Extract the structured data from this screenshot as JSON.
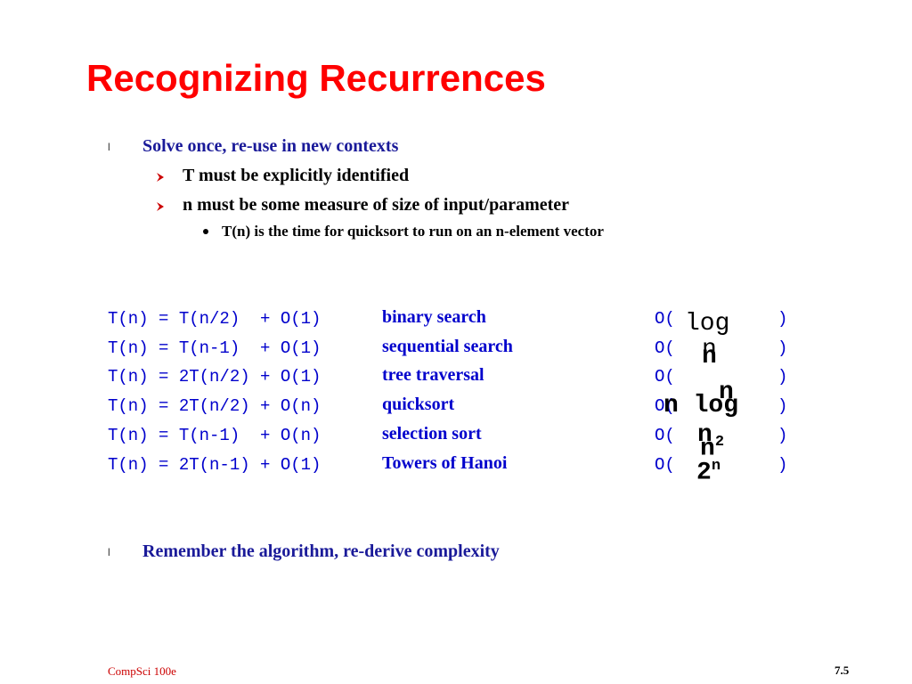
{
  "colors": {
    "title": "#ff0000",
    "level1": "#1a1a99",
    "level2": "#000000",
    "equation": "#0000cc",
    "arrow": "#cc0000",
    "footer": "#cc0000",
    "marker": "#333333"
  },
  "slide": {
    "title": "Recognizing Recurrences",
    "bullets": {
      "b1": {
        "marker": "l",
        "text": "Solve once, re-use in new contexts",
        "sub": {
          "s1": "T must be explicitly identified",
          "s2": "n must be some measure of size of input/parameter",
          "s2_sub": "T(n) is the time for quicksort to run on an n-element vector"
        }
      },
      "b2": {
        "marker": "l",
        "text": "Remember the algorithm, re-derive complexity"
      }
    },
    "recurrences": [
      {
        "equation": "T(n) = T(n/2)  + O(1)",
        "name": "binary search",
        "o_open": "O(",
        "o_close": ")"
      },
      {
        "equation": "T(n) = T(n-1)  + O(1)",
        "name": "sequential search",
        "o_open": "O(",
        "o_close": ")"
      },
      {
        "equation": "T(n) = 2T(n/2) + O(1)",
        "name": "tree traversal",
        "o_open": "O(",
        "o_close": ")"
      },
      {
        "equation": "T(n) = 2T(n/2) + O(n)",
        "name": "quicksort",
        "o_open": "O(",
        "o_close": ")"
      },
      {
        "equation": "T(n) = T(n-1)  + O(n)",
        "name": "selection sort",
        "o_open": "O(",
        "o_close": ")"
      },
      {
        "equation": "T(n) = 2T(n-1) + O(1)",
        "name": "Towers of Hanoi",
        "o_open": "O(",
        "o_close": ")"
      }
    ],
    "answers": {
      "a1_line1": "log",
      "a1_line2": "n",
      "a2": "n",
      "a3": "n",
      "a4_line1": "n log",
      "a4_line2": "n",
      "a5_base": "n",
      "a5_exp": "2",
      "a6_base": "2",
      "a6_exp": "n"
    },
    "footer": {
      "left": "CompSci 100e",
      "right": "7.5"
    }
  }
}
